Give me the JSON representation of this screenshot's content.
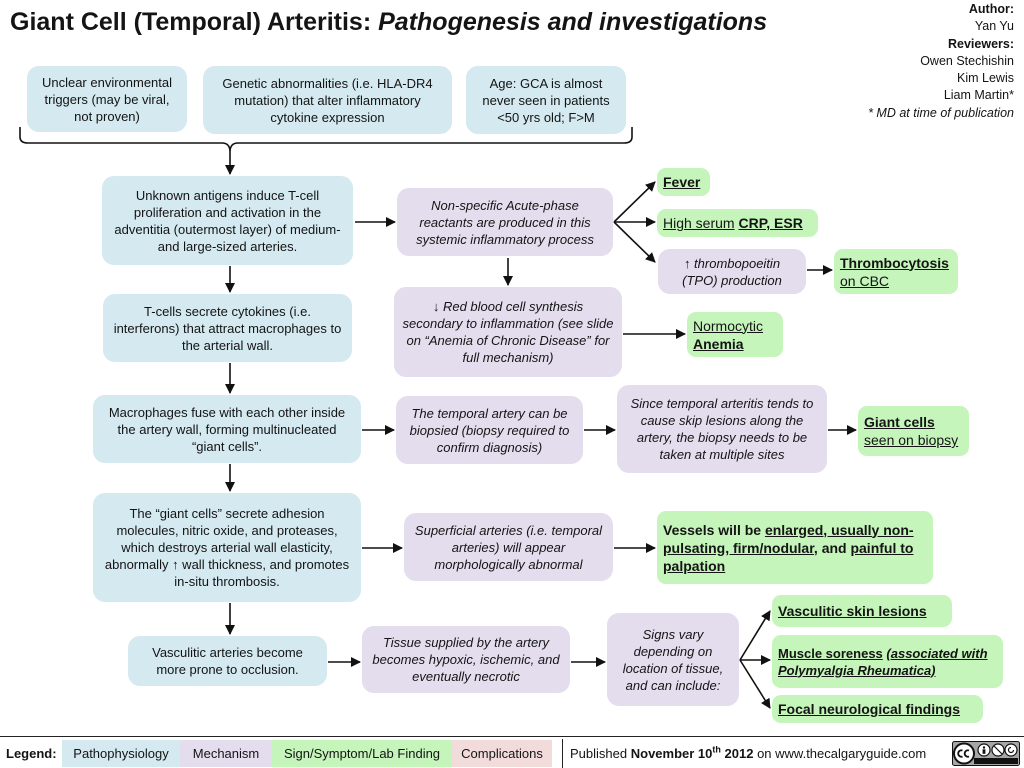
{
  "title": {
    "main": "Giant Cell (Temporal) Arteritis:",
    "subtitle": "Pathogenesis and investigations"
  },
  "credits": {
    "author_label": "Author:",
    "author": "Yan Yu",
    "reviewers_label": "Reviewers:",
    "reviewers": [
      "Owen Stechishin",
      "Kim Lewis",
      "Liam Martin*"
    ],
    "footnote": "* MD at time of publication"
  },
  "colors": {
    "pathophysiology": "#d4e9f0",
    "mechanism": "#e3ddee",
    "sign_symptom_lab_finding": "#c5f5bb",
    "complications": "#f2dcdb",
    "arrow": "#111111"
  },
  "causes": [
    "Unclear environmental triggers (may be viral, not proven)",
    "Genetic abnormalities (i.e. HLA-DR4 mutation) that alter inflammatory cytokine expression",
    "Age: GCA is almost never seen in patients <50 yrs old; F>M"
  ],
  "pathophysiology": [
    "Unknown antigens induce T-cell proliferation and activation in the adventitia (outermost layer) of medium- and large-sized arteries.",
    "T-cells secrete cytokines (i.e. interferons) that attract macrophages to the arterial wall.",
    "Macrophages fuse with each other inside the artery wall, forming multinucleated “giant cells”.",
    "The “giant cells” secrete adhesion molecules, nitric oxide, and proteases, which destroys arterial wall elasticity, abnormally ↑ wall thickness, and promotes in-situ thrombosis.",
    "Vasculitic arteries become more prone to occlusion."
  ],
  "mechanisms": {
    "acute_phase": "Non-specific Acute-phase reactants are produced in this systemic inflammatory process",
    "rbc": "↓ Red blood cell synthesis secondary to inflammation (see slide on “Anemia of Chronic Disease” for full mechanism)",
    "tpo": "↑ thrombopoeitin (TPO) production",
    "biopsy": "The temporal artery can be biopsied  (biopsy required to confirm diagnosis)",
    "skip_lesions": "Since temporal arteritis tends to cause skip lesions along the artery, the biopsy needs to be taken at multiple sites",
    "superficial": "Superficial arteries (i.e. temporal arteries) will appear morphologically abnormal",
    "hypoxic": "Tissue supplied by the artery becomes hypoxic, ischemic, and eventually necrotic",
    "signs_vary": "Signs vary depending on location of tissue, and can include:"
  },
  "findings": {
    "fever": "Fever",
    "crp": {
      "prefix": "High serum",
      "bold": "CRP, ESR"
    },
    "thrombocytosis": {
      "bold": "Thrombocytosis",
      "rest": "on CBC"
    },
    "anemia": {
      "prefix": "Normocytic",
      "bold": "Anemia"
    },
    "giant_cells": {
      "bold": "Giant cells",
      "rest": "seen on biopsy"
    },
    "vessels": {
      "part1": "Vessels will be",
      "part2": "enlarged, usually non-pulsating, firm/nodular,",
      "part3": "and",
      "part4": "painful to palpation"
    },
    "skin": "Vasculitic skin lesions",
    "muscle": {
      "bold": "Muscle soreness",
      "italic": "(associated with Polymyalgia Rheumatica)"
    },
    "focal": "Focal neurological findings"
  },
  "legend": {
    "label": "Legend:",
    "items": [
      {
        "label": "Pathophysiology",
        "color": "#d4e9f0"
      },
      {
        "label": "Mechanism",
        "color": "#e3ddee"
      },
      {
        "label": "Sign/Symptom/Lab Finding",
        "color": "#c5f5bb"
      },
      {
        "label": "Complications",
        "color": "#f2dcdb"
      }
    ]
  },
  "footer": {
    "prefix": "Published",
    "date_main": "November 10",
    "date_ordinal": "th",
    "year": "2012",
    "suffix": "on www.thecalgaryguide.com"
  },
  "license_logo": "cc-by-nc-sa-icon"
}
